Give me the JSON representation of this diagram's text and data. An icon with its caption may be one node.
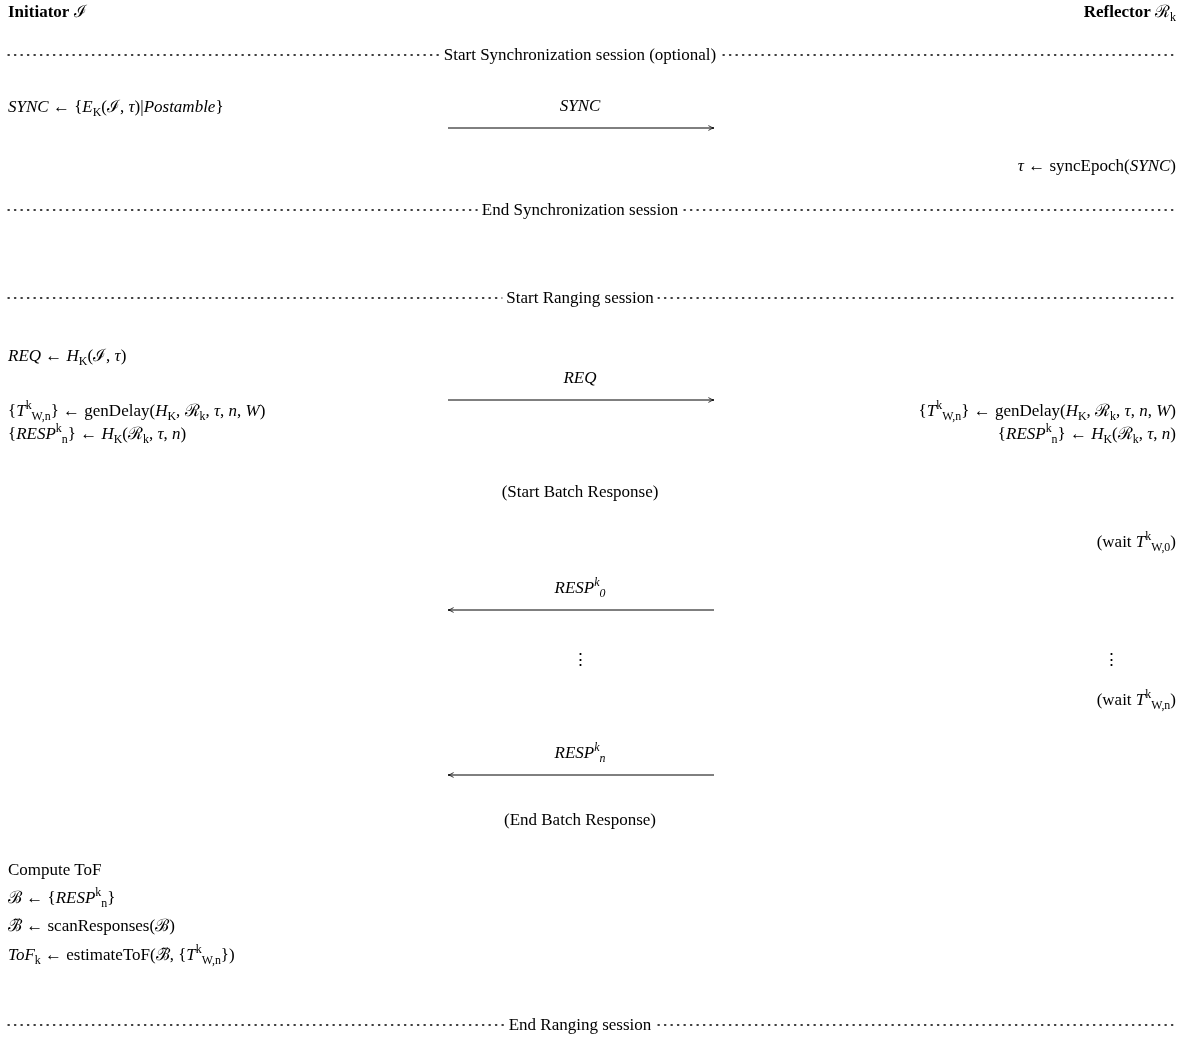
{
  "diagram": {
    "labels": [
      "**Initiator** ℐ",
      "**Reflector** ℛ$_{k}$",
      "Start Synchronization session (optional)",
      "*SYNC* ← {*E*$_{K}$(ℐ, *τ*)|*Postamble*}",
      "SYNC",
      "*τ* ← syncEpoch(*SYNC*)",
      "End Synchronization session",
      "Start Ranging session",
      "*REQ* ← *H*$_{K}$(ℐ, *τ*)",
      "REQ",
      "{*T*$^{k}$$_{W,n}$} ← genDelay(*H*$_{K}$, ℛ$_{k}$, *τ*, *n*, *W*)",
      "{*T*$^{k}$$_{W,n}$} ← genDelay(*H*$_{K}$, ℛ$_{k}$, *τ*, *n*, *W*)",
      "{*RESP*$^{k}$$_{n}$} ← *H*$_{K}$(ℛ$_{k}$, *τ*, *n*)",
      "{*RESP*$^{k}$$_{n}$} ← *H*$_{K}$(ℛ$_{k}$, *τ*, *n*)",
      "(Start Batch Response)",
      "(wait *T*$^{k}$$_{W,0}$)",
      "*RESP*$^{k}$$_{0}$",
      "⋮",
      "⋮",
      "(wait *T*$^{k}$$_{W,n}$)",
      "*RESP*$^{k}$$_{n}$",
      "(End Batch Response)",
      "Compute ToF",
      "ℬ ← {*RESP*$^{k}$$_{n}$}",
      "ℬ̃ ← scanResponses(ℬ)",
      "*ToF*$_{k}$ ← estimateToF(ℬ̃, {*T*$^{k}$$_{W,n}$})",
      "End Ranging session"
    ]
  }
}
